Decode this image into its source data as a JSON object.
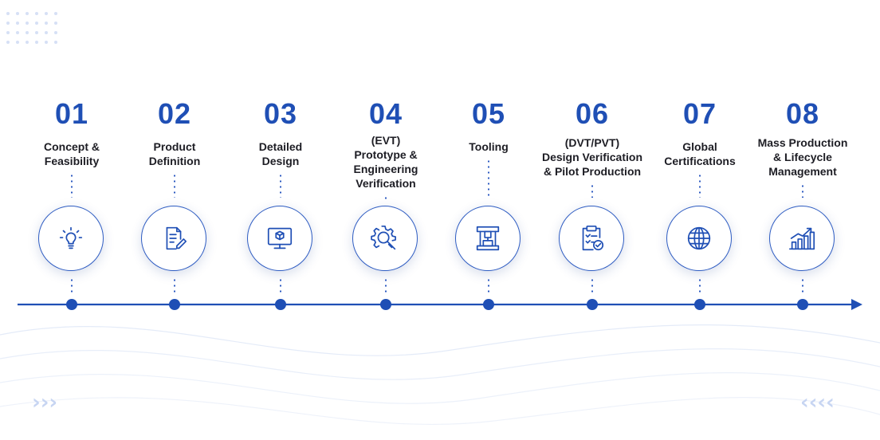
{
  "steps": [
    {
      "number": "01",
      "label_lines": [
        "Concept &",
        "Feasibility"
      ],
      "icon": "lightbulb-icon"
    },
    {
      "number": "02",
      "label_lines": [
        "Product",
        "Definition"
      ],
      "icon": "document-edit-icon"
    },
    {
      "number": "03",
      "label_lines": [
        "Detailed",
        "Design"
      ],
      "icon": "monitor-cube-icon"
    },
    {
      "number": "04",
      "label_lines": [
        "(EVT)",
        "Prototype &",
        "Engineering",
        "Verification"
      ],
      "icon": "gear-magnifier-icon"
    },
    {
      "number": "05",
      "label_lines": [
        "Tooling"
      ],
      "icon": "press-tool-icon"
    },
    {
      "number": "06",
      "label_lines": [
        "(DVT/PVT)",
        "Design Verification",
        "& Pilot Production"
      ],
      "icon": "clipboard-check-icon"
    },
    {
      "number": "07",
      "label_lines": [
        "Global",
        "Certifications"
      ],
      "icon": "globe-icon"
    },
    {
      "number": "08",
      "label_lines": [
        "Mass Production",
        "& Lifecycle",
        "Management"
      ],
      "icon": "growth-chart-icon"
    }
  ],
  "colors": {
    "accent": "#1f4fb5",
    "text": "#1d1d24",
    "decor": "#c7d5f2"
  },
  "decorations": {
    "left_chevrons": "›››",
    "right_chevrons": "‹‹‹‹"
  }
}
